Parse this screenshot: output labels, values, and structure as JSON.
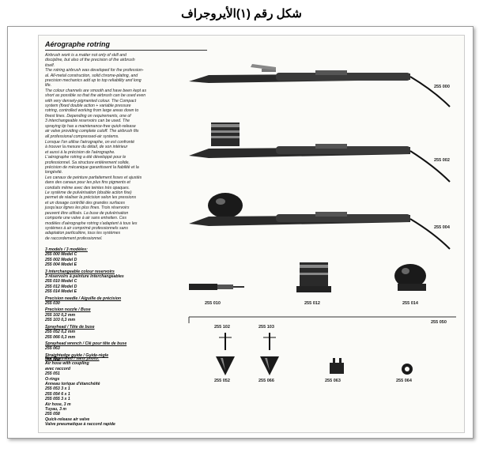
{
  "caption": "شكل رقم (١)الأيروجراف",
  "page": {
    "heading": "Aérographe rotring",
    "intro_en": [
      "Airbrush work is a matter not only of skill and",
      "discipline, but also of the precision of the airbrush",
      "itself.",
      "The rotring airbrush was developed for the profession-",
      "al. All-metal construction, solid chrome-plating, and",
      "precision mechanics add up to top reliability and long",
      "life.",
      "The colour channels are smooth and have been kept as",
      "short as possible so that the airbrush can be used even",
      "with very densely-pigmented colour. The Compact",
      "system (fixed double action + variable pressure",
      "rotring, controlled working from large areas down to",
      "finest lines. Depending on requirements, one of",
      "3 interchangeable reservoirs can be used. The",
      "spraying tip has a maintenance-free quick-release",
      "air valve providing complete cutoff. The airbrush fits",
      "all professional compressed-air systems."
    ],
    "intro_fr": [
      "Lorsque l'on utilise l'aérographe, on est confronté",
      "à trouver la mesure du détail, de son intérieur",
      "et aussi à la précision de l'aérographe.",
      "L'aérographe rotring a été développé pour le",
      "professionnel. Sa structure entièrement solide,",
      "précision de mécanique garantissent la fiabilité et la",
      "longévité.",
      "Les canaux de peinture parfaitement lisses et ajustés",
      "dans des canaux pour les plus fins pigments et",
      "conduits même avec des teintes très opaques.",
      "Le système de pulvérisation (double action fixe)",
      "permet de réaliser la précision selon les pressions",
      "et un dosage contrôlé des grandes surfaces",
      "jusqu'aux lignes les plus fines. Trois réservoirs",
      "peuvent être utilisés. La buse de pulvérisation",
      "comporte une valve à air sans entretien. Ces",
      "modèles d'aérographe rotring s'adaptent à tous les",
      "systèmes à air comprimé professionnels sans",
      "adaptation particulière, tous les systèmes",
      "de raccordement professionnel."
    ],
    "models_heading": "3 models / 3 modèles:",
    "models": [
      "255 000  Model C",
      "255 002  Model D",
      "255 004  Model E"
    ],
    "reservoirs_heading": "3 interchangeable colour reservoirs",
    "reservoirs_heading_fr": "3 réservoirs à peinture interchangeables",
    "reservoirs": [
      "255 010  Model C",
      "255 012  Model D",
      "255 014  Model E"
    ],
    "needle_heading": "Precision needle / Aiguille de précision",
    "needle": [
      "255 030"
    ],
    "nozzle_heading": "Precision nozzle / Buse",
    "nozzles": [
      "255 102  0,2 mm",
      "255 103  0,3 mm"
    ],
    "spray_head_heading": "Sprayhead / Tête de buse",
    "spray_heads": [
      "255 052  0,2 mm",
      "255 066  0,3 mm"
    ],
    "wrench_heading": "Sprayhead wrench / Clé pour tête de buse",
    "wrench": [
      "255 063"
    ],
    "straightedge_heading": "Straightedge guide / Guide-règle",
    "straightedge": [
      "255 064"
    ],
    "not_illustrated_heading": "Not illustrated / sans photo:",
    "not_illustrated": [
      "Air hose with coupling",
      "avec raccord",
      "255 051",
      "O-rings",
      "Anneau torique d'étanchéité",
      "255 053   3 x 1",
      "255 054   6 x 1",
      "255 055   3 x 1",
      "Air hose, 3 m",
      "Tuyau, 3 m",
      "255 058",
      "Quick-release air valve",
      "Valve pneumatique à raccord rapide"
    ],
    "airbrush_codes": [
      "255 000",
      "255 002",
      "255 004"
    ],
    "reservoir_codes": [
      "255 010",
      "255 012",
      "255 014"
    ],
    "tray_code": "255 050",
    "tray_top_codes": [
      "255 102",
      "255 103"
    ],
    "tray_bottom_codes": [
      "255 052",
      "255 066",
      "255 063",
      "255 064"
    ]
  }
}
